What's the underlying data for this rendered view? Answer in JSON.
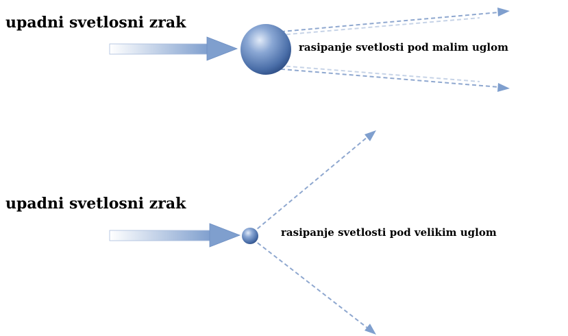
{
  "top_panel": {
    "incident_label": "upadni svetlosni zrak",
    "scatter_label": "rasipanje svetlosti pod malim uglom"
  },
  "bottom_panel": {
    "incident_label": "upadni svetlosni zrak",
    "scatter_label": "rasipanje svetlosti pod velikim uglom"
  },
  "colors": {
    "arrow": "#7f9fce",
    "particle": "#4a6ea8",
    "scatter_line": "#8ea7cf"
  }
}
